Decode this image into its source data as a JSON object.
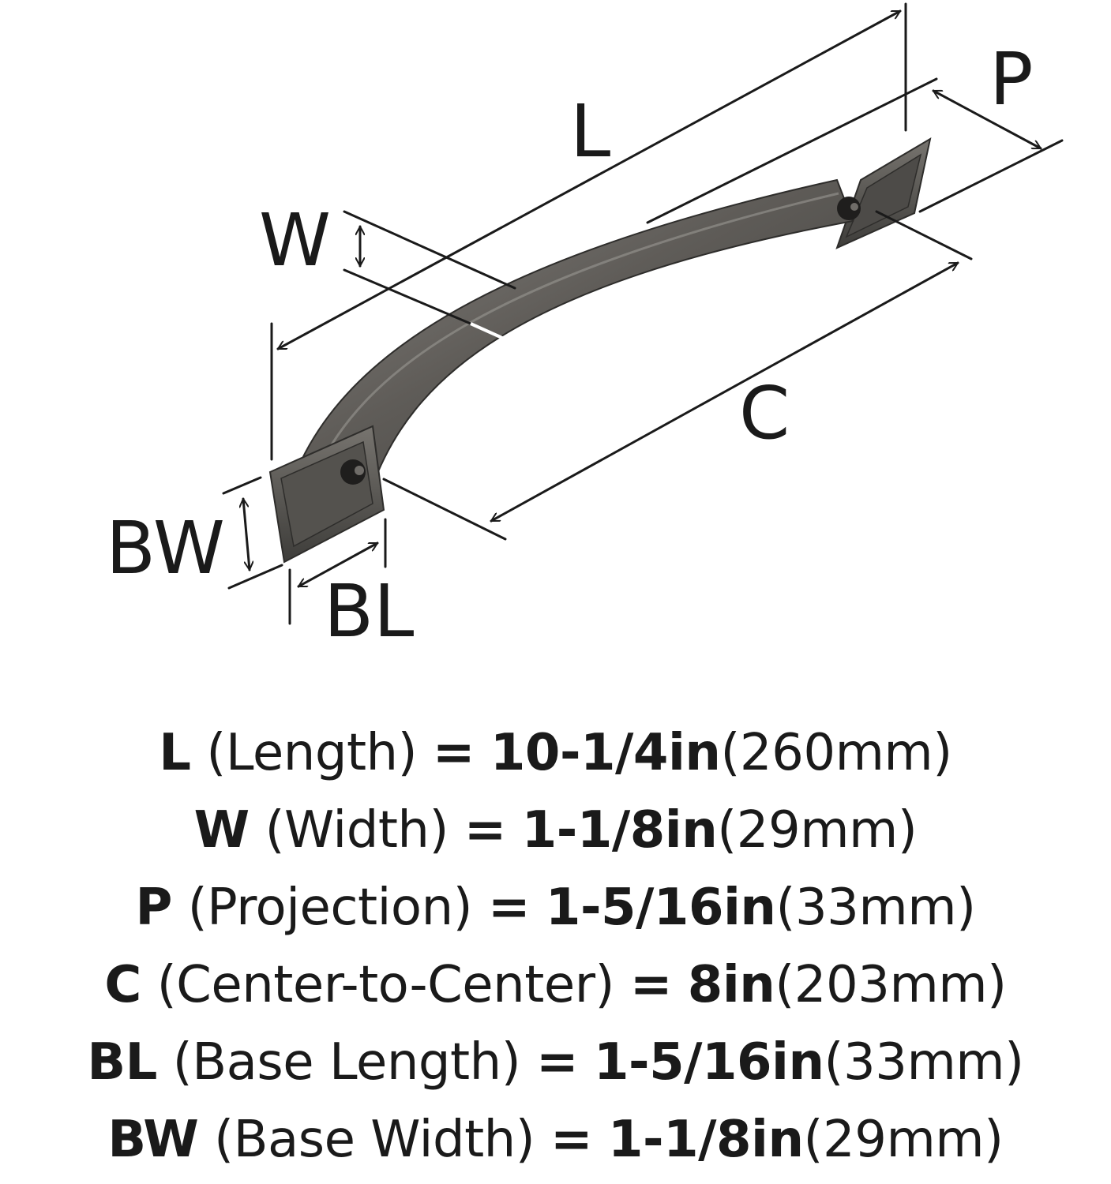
{
  "diagram": {
    "labels": {
      "length": "L",
      "width": "W",
      "projection": "P",
      "center_to_center": "C",
      "base_width": "BW",
      "base_length": "BL"
    }
  },
  "colors": {
    "ink": "#1a1a1a",
    "handle_dark": "#3a3a38",
    "handle_mid": "#5f5c58",
    "handle_light": "#8a8783",
    "background": "#ffffff"
  },
  "specs": [
    {
      "symbol": "L",
      "name": "(Length)",
      "equals": "=",
      "imperial": "10-1/4in",
      "metric": "(260mm)"
    },
    {
      "symbol": "W",
      "name": "(Width)",
      "equals": "=",
      "imperial": "1-1/8in",
      "metric": "(29mm)"
    },
    {
      "symbol": "P",
      "name": "(Projection)",
      "equals": "=",
      "imperial": "1-5/16in",
      "metric": "(33mm)"
    },
    {
      "symbol": "C",
      "name": "(Center-to-Center)",
      "equals": "=",
      "imperial": "8in",
      "metric": "(203mm)"
    },
    {
      "symbol": "BL",
      "name": "(Base Length)",
      "equals": "=",
      "imperial": "1-5/16in",
      "metric": "(33mm)"
    },
    {
      "symbol": "BW",
      "name": "(Base Width)",
      "equals": "=",
      "imperial": "1-1/8in",
      "metric": "(29mm)"
    }
  ]
}
